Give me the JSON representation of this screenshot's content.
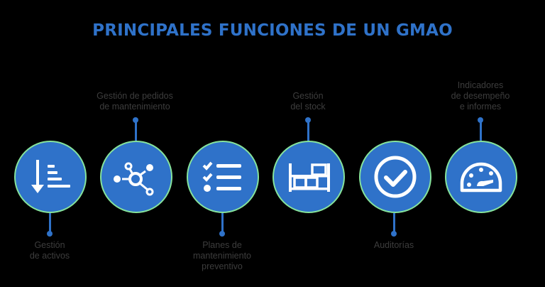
{
  "title": "PRINCIPALES FUNCIONES DE UN GMAO",
  "colors": {
    "accent": "#2f72c9",
    "ring": "#86e39c",
    "text": "#3d3d3d",
    "background": "#000000"
  },
  "functions": [
    {
      "icon": "sort-descending-bars-icon",
      "label_line1": "Gestión",
      "label_line2": "de activos",
      "label_line3": "",
      "label_position": "below"
    },
    {
      "icon": "network-nodes-icon",
      "label_line1": "Gestión de pedidos",
      "label_line2": "de mantenimiento",
      "label_line3": "",
      "label_position": "above"
    },
    {
      "icon": "checklist-icon",
      "label_line1": "Planes de",
      "label_line2": "mantenimiento",
      "label_line3": "preventivo",
      "label_position": "below"
    },
    {
      "icon": "warehouse-shelf-icon",
      "label_line1": "Gestión",
      "label_line2": "del stock",
      "label_line3": "",
      "label_position": "above"
    },
    {
      "icon": "check-circle-icon",
      "label_line1": "Auditorías",
      "label_line2": "",
      "label_line3": "",
      "label_position": "below"
    },
    {
      "icon": "gauge-dashboard-icon",
      "label_line1": "Indicadores",
      "label_line2": "de desempeño",
      "label_line3": "e informes",
      "label_position": "above"
    }
  ]
}
